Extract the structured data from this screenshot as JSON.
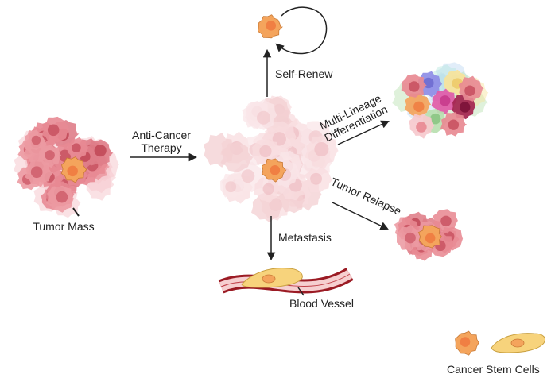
{
  "labels": {
    "tumor_mass": "Tumor Mass",
    "anti_cancer_line1": "Anti-Cancer",
    "anti_cancer_line2": "Therapy",
    "self_renew": "Self-Renew",
    "multi_lineage_line1": "Multi-Lineage",
    "multi_lineage_line2": "Differentiation",
    "tumor_relapse": "Tumor Relapse",
    "metastasis": "Metastasis",
    "blood_vessel": "Blood Vessel",
    "cancer_stem_cells": "Cancer Stem Cells"
  },
  "colors": {
    "tumor_cell": "#e88a93",
    "tumor_cell_dark": "#c95463",
    "tumor_cell_pale": "#f6c9cd",
    "stem_cell": "#f4a45c",
    "stem_cell_nucleus": "#f07f43",
    "stem_cell_outline": "#c97a35",
    "spindle_cell": "#f7d37c",
    "vessel_wall": "#9b1b24",
    "vessel_lumen": "#f6cfd0",
    "arrow": "#222222",
    "lineage_purple": "#8e8de6",
    "lineage_magenta": "#e05aa7",
    "lineage_maroon": "#a3244e",
    "lineage_yellow": "#f7e39a",
    "lineage_green": "#b8e0b0",
    "lineage_blue": "#bcd6f2",
    "lineage_teal": "#b5e6de"
  }
}
